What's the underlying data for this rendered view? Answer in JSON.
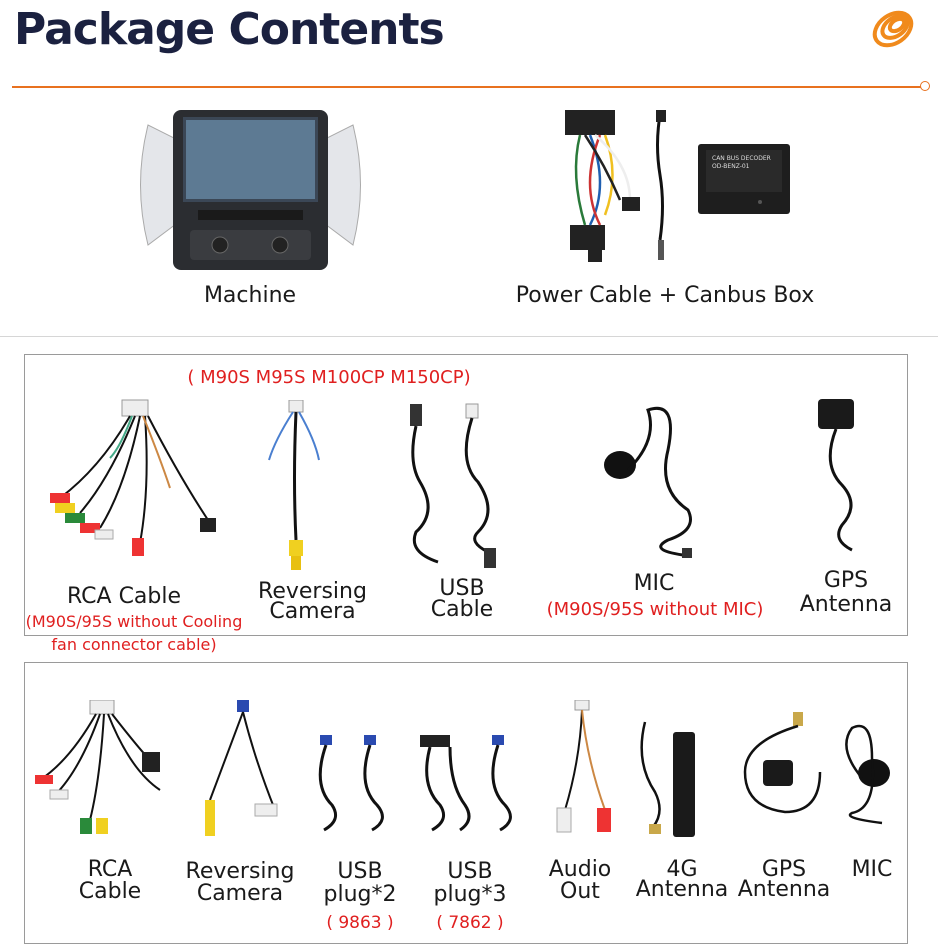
{
  "header": {
    "title": "Package Contents",
    "logo_icon": "spiral-logo-icon",
    "accent": "#e8711f"
  },
  "top": {
    "machine": "Machine",
    "power": "Power Cable + Canbus Box",
    "canbus_text": [
      "CAN BUS DECODER",
      "OD-BENZ-01"
    ]
  },
  "box1": {
    "models": "( M90S M95S M100CP M150CP)",
    "items": [
      {
        "l1": "RCA Cable"
      },
      {
        "l1": "Reversing",
        "l2": "Camera"
      },
      {
        "l1": "USB",
        "l2": "Cable"
      },
      {
        "l1": "MIC",
        "note": "(M90S/95S without MIC)"
      },
      {
        "l1": "GPS",
        "l2": "Antenna"
      }
    ],
    "rca_note_1": "(M90S/95S without Cooling",
    "rca_note_2": "fan connector cable)"
  },
  "box2": {
    "items": [
      {
        "l1": "RCA",
        "l2": "Cable"
      },
      {
        "l1": "Reversing",
        "l2": "Camera"
      },
      {
        "l1": "USB",
        "l2": "plug*2",
        "note": "( 9863 )"
      },
      {
        "l1": "USB",
        "l2": "plug*3",
        "note": "( 7862 )"
      },
      {
        "l1": "Audio",
        "l2": "Out"
      },
      {
        "l1": "4G",
        "l2": "Antenna"
      },
      {
        "l1": "GPS",
        "l2": "Antenna"
      },
      {
        "l1": "MIC"
      }
    ]
  }
}
